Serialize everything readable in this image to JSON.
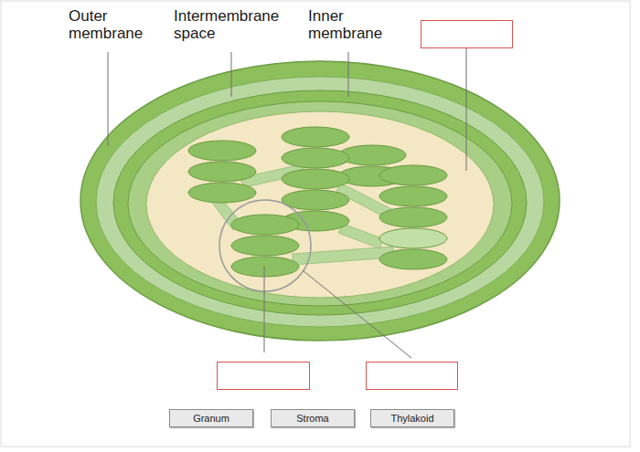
{
  "diagram": {
    "nodes": [
      {
        "text": [
          "Granum"
        ]
      },
      {
        "text": [
          "Stroma"
        ]
      },
      {
        "text": [
          "Thylakoid"
        ]
      }
    ],
    "labels": [
      "Outer membrane",
      "Intermembrane space",
      "Inner membrane"
    ]
  }
}
